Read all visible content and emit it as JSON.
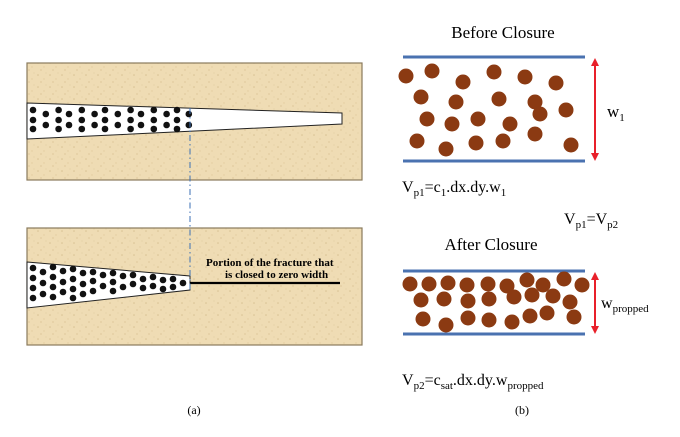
{
  "panel_a": {
    "caption": "(a)",
    "annotation_line1": "Portion of the fracture that",
    "annotation_line2": "is closed to zero width"
  },
  "panel_b": {
    "caption": "(b)",
    "before_title": "Before Closure",
    "after_title": "After Closure",
    "width_before": {
      "base": "w",
      "sub": "1"
    },
    "width_after": {
      "base": "w",
      "sub": "propped"
    },
    "eq_before": [
      {
        "t": "V",
        "s": false
      },
      {
        "t": "p1",
        "s": true
      },
      {
        "t": "=c",
        "s": false
      },
      {
        "t": "1",
        "s": true
      },
      {
        "t": ".dx.dy.w",
        "s": false
      },
      {
        "t": "1",
        "s": true
      }
    ],
    "eq_equal": [
      {
        "t": "V",
        "s": false
      },
      {
        "t": "p1",
        "s": true
      },
      {
        "t": "=V",
        "s": false
      },
      {
        "t": "p2",
        "s": true
      }
    ],
    "eq_after": [
      {
        "t": "V",
        "s": false
      },
      {
        "t": "p2",
        "s": true
      },
      {
        "t": "=c",
        "s": false
      },
      {
        "t": "sat",
        "s": true
      },
      {
        "t": ".dx.dy.w",
        "s": false
      },
      {
        "t": "propped",
        "s": true
      }
    ]
  },
  "colors": {
    "rock": "#efdcb4",
    "rock_border": "#8a7a5c",
    "proppant_black": "#111111",
    "proppant_brown": "#8b3a12",
    "wall_blue": "#4a72b0",
    "arrow_red": "#e8202a",
    "dashdot": "#3b6fb5"
  }
}
